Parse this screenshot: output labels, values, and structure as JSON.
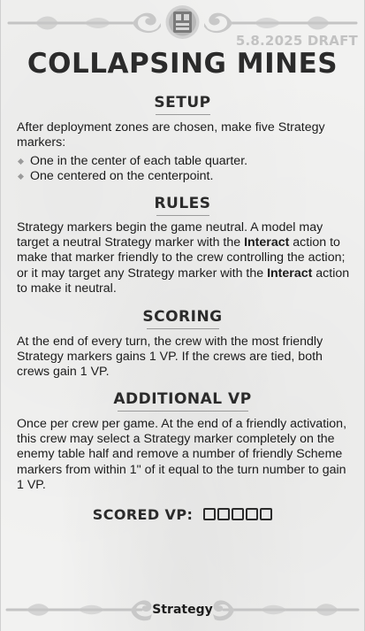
{
  "draft_label": "5.8.2025 DRAFT",
  "title": "COLLAPSING MINES",
  "setup": {
    "heading": "SETUP",
    "intro": "After deployment zones are chosen, make five Strategy markers:",
    "bullets": [
      "One in the center of each table quarter.",
      "One centered on the centerpoint."
    ]
  },
  "rules": {
    "heading": "RULES",
    "text_1": "Strategy markers begin the game neutral. A model may target a neutral Strategy marker with the ",
    "bold_1": "Interact",
    "text_2": " action to make that marker friendly to the crew controlling the action; or it may target any Strategy marker with the ",
    "bold_2": "Interact",
    "text_3": " action to make it neutral."
  },
  "scoring": {
    "heading": "SCORING",
    "text": "At the end of every turn, the crew with the most friendly Strategy markers gains 1 VP. If the crews are tied, both crews gain 1 VP."
  },
  "additional_vp": {
    "heading": "ADDITIONAL VP",
    "text": "Once per crew per game. At the end of a friendly activation, this crew may select a Strategy marker completely on the enemy table half and remove a number of friendly Scheme markers from within 1\" of it equal to the turn number to gain 1 VP."
  },
  "scored_vp_label": "SCORED VP:",
  "scored_boxes": 5,
  "footer_label": "Strategy",
  "icons": {
    "top_emblem": "faction-emblem-icon",
    "top_ornament": "scroll-flourish-icon",
    "bottom_ornament": "scroll-flourish-icon",
    "bullet": "diamond-bullet-icon",
    "checkbox": "checkbox-icon"
  }
}
